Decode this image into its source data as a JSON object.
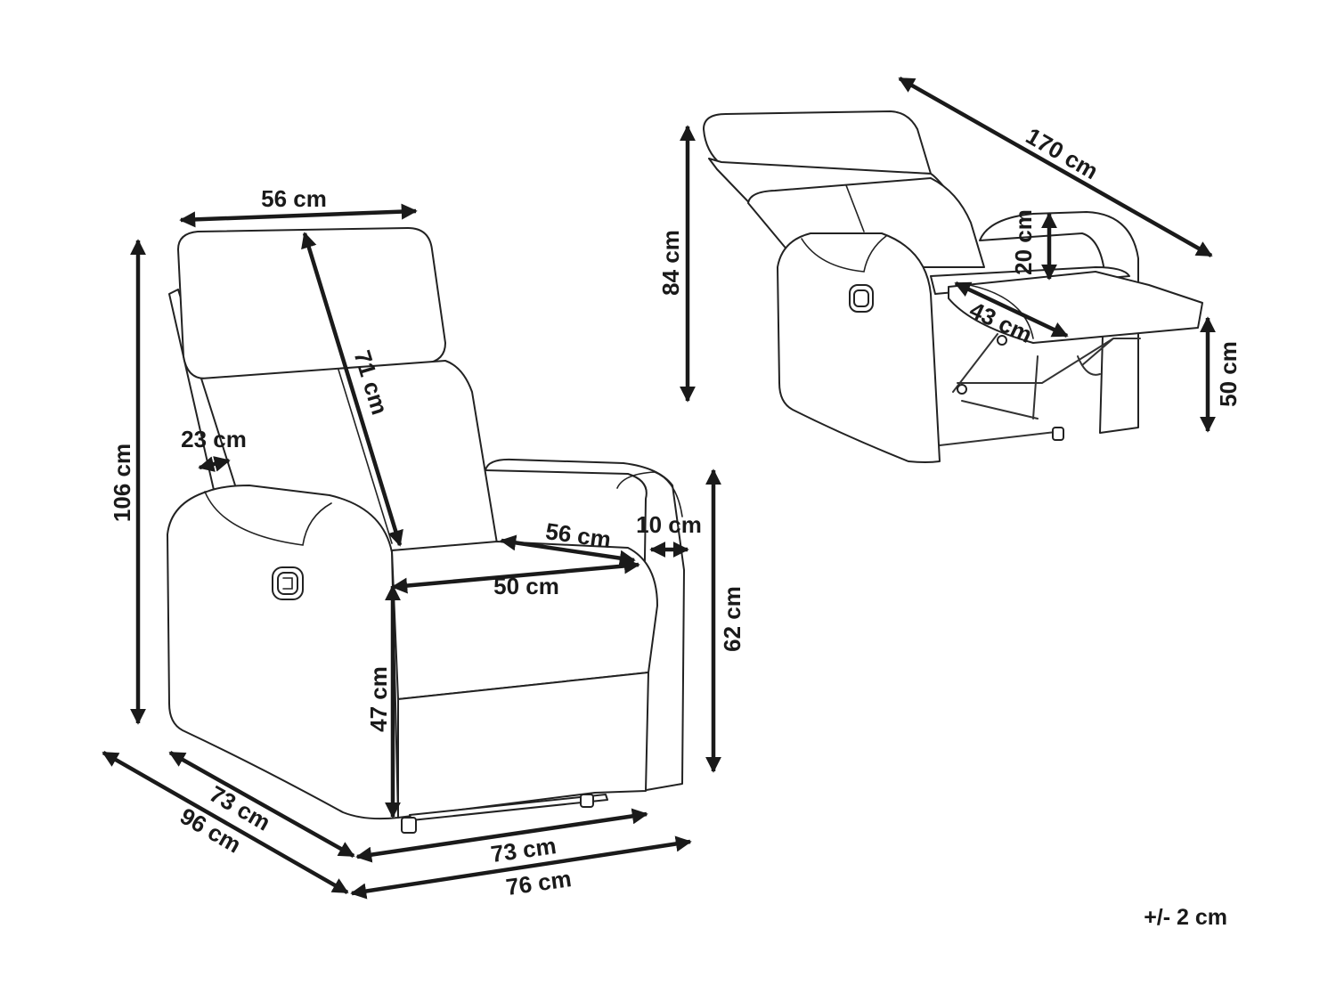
{
  "tolerance": "+/- 2 cm",
  "upright_view": {
    "dimensions": {
      "back_width": "56 cm",
      "total_height": "106 cm",
      "backrest_length": "71 cm",
      "back_thickness": "23 cm",
      "seat_depth": "56 cm",
      "armrest_width": "10 cm",
      "seat_width": "50 cm",
      "arm_height": "62 cm",
      "seat_height": "47 cm",
      "depth_inner": "73 cm",
      "depth_total": "96 cm",
      "width_inner": "73 cm",
      "width_total": "76 cm"
    }
  },
  "reclined_view": {
    "dimensions": {
      "reclined_length": "170 cm",
      "reclined_height": "84 cm",
      "footrest_rise": "20 cm",
      "footrest_length": "43 cm",
      "footrest_height": "50 cm"
    }
  },
  "icons": {
    "upright_lever": "recline-lever-icon",
    "reclined_lever": "recline-lever-icon"
  },
  "colors": {
    "line": "#1a1a1a",
    "background": "#ffffff"
  }
}
